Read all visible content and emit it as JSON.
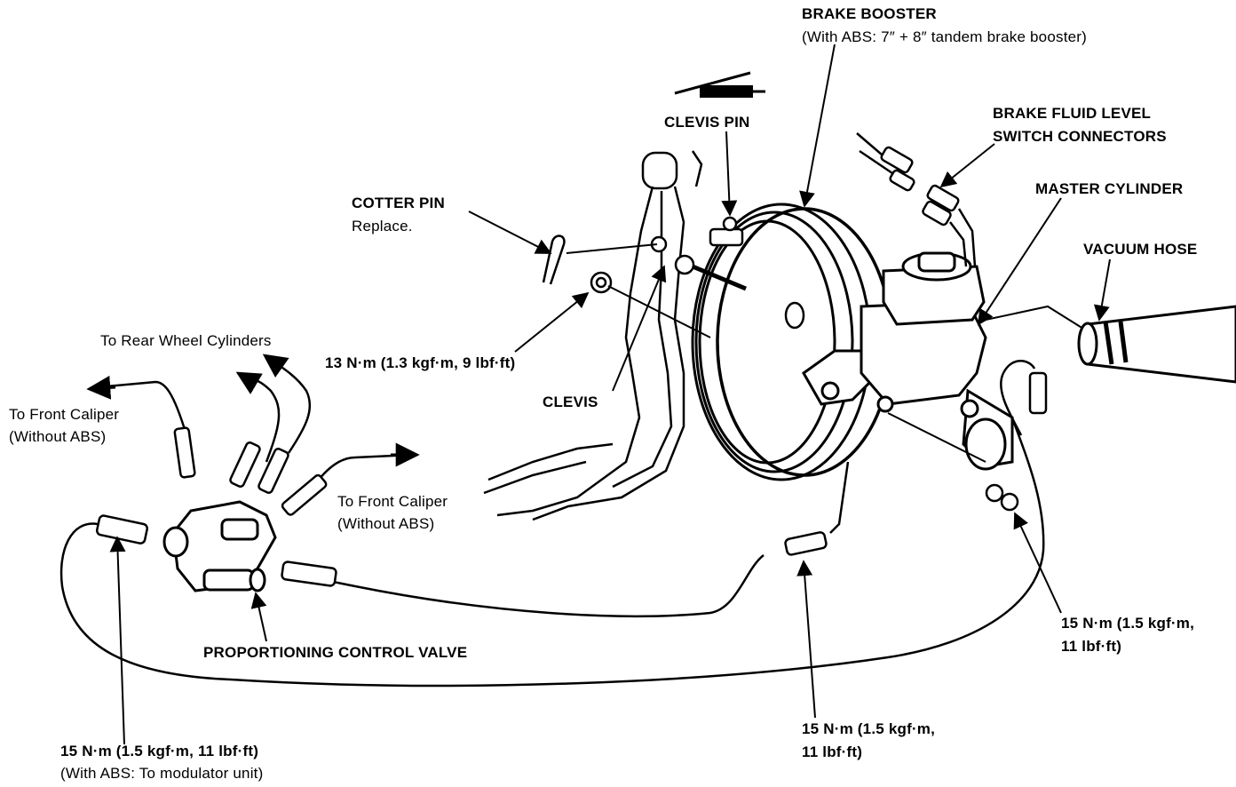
{
  "labels": {
    "brake_booster": "BRAKE BOOSTER",
    "brake_booster_note": "(With ABS: 7″ + 8″ tandem brake booster)",
    "clevis_pin": "CLEVIS PIN",
    "fluid_switch_line1": "BRAKE FLUID LEVEL",
    "fluid_switch_line2": "SWITCH CONNECTORS",
    "master_cylinder": "MASTER CYLINDER",
    "vacuum_hose": "VACUUM HOSE",
    "cotter_pin": "COTTER PIN",
    "cotter_pin_note": "Replace.",
    "rear_wheel": "To Rear Wheel Cylinders",
    "torque_13": "13 N·m (1.3 kgf·m, 9 lbf·ft)",
    "front_caliper_left_1": "To Front Caliper",
    "front_caliper_left_2": "(Without ABS)",
    "clevis": "CLEVIS",
    "front_caliper_mid_1": "To Front Caliper",
    "front_caliper_mid_2": "(Without ABS)",
    "proportioning_valve": "PROPORTIONING CONTROL VALVE",
    "torque_15_right_1": "15 N·m (1.5 kgf·m,",
    "torque_15_right_2": "11 lbf·ft)",
    "torque_15_left_1": "15 N·m (1.5 kgf·m, 11 lbf·ft)",
    "torque_15_left_2": "(With ABS: To modulator unit)",
    "torque_15_mid_1": "15 N·m (1.5 kgf·m,",
    "torque_15_mid_2": "11 lbf·ft)"
  }
}
